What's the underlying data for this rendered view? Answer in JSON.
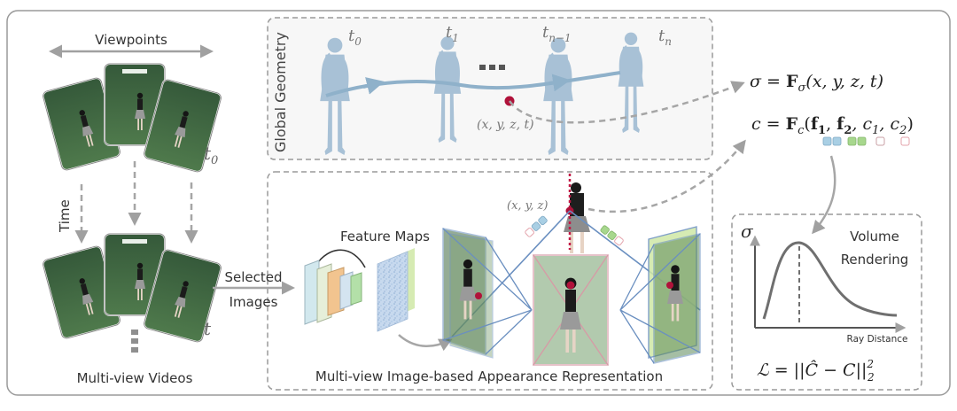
{
  "colors": {
    "frame": "#9a9a9a",
    "dash": "#9a9a9a",
    "arrow": "#a6a6a6",
    "figure": "#a8c1d6",
    "trajectory": "#8fb1ca",
    "green_screen": "#3f6a3f",
    "highlight_point": "#b0123a",
    "plane_blue": "#6a8fc0",
    "plane_pink": "#d79aa6",
    "chip_blue": "#a9cfe4",
    "chip_green": "#a7d78d",
    "chip_pink": "#f2bcc2",
    "curve": "#6f6f6f"
  },
  "icons": [
    "person-figure-icon",
    "photo-card-icon",
    "feature-map-icon",
    "ellipsis-dots-icon"
  ],
  "left": {
    "viewpoints": "Viewpoints",
    "time": "Time",
    "t0": "t",
    "t0_sub": "0",
    "t": "t",
    "caption": "Multi-view Videos"
  },
  "selected": {
    "line1": "Selected",
    "line2": "Images"
  },
  "geometry": {
    "title": "Global Geometry",
    "times": [
      {
        "base": "t",
        "sub": "0"
      },
      {
        "base": "t",
        "sub": "1"
      },
      {
        "base": "t",
        "sub": "n−1"
      },
      {
        "base": "t",
        "sub": "n"
      }
    ],
    "point_label": "(x, y, z, t)"
  },
  "appearance": {
    "feature_maps": "Feature Maps",
    "point_label": "(x, y, z)",
    "caption": "Multi-view Image-based Appearance Representation"
  },
  "equations": {
    "sigma_lhs": "σ = ",
    "sigma_F": "F",
    "sigma_sub": "σ",
    "sigma_args": "(x, y, z, t)",
    "c_lhs": "c = ",
    "c_F": "F",
    "c_sub": "c",
    "c_open": "(",
    "f1": "f",
    "f1_sub": "1",
    "comma": ", ",
    "f2": "f",
    "f2_sub": "2",
    "c_rest": ", c",
    "c1_sub": "1",
    "c_comma": ", c",
    "c2_sub": "2",
    "c_close": ")"
  },
  "rendering": {
    "sigma_axis": "σ",
    "title_line1": "Volume",
    "title_line2": "Rendering",
    "xlabel": "Ray Distance",
    "loss_lhs": "ℒ = ||",
    "loss_chat": "Ĉ",
    "loss_mid": " − C||",
    "loss_sup": "2",
    "loss_sub": "2"
  }
}
